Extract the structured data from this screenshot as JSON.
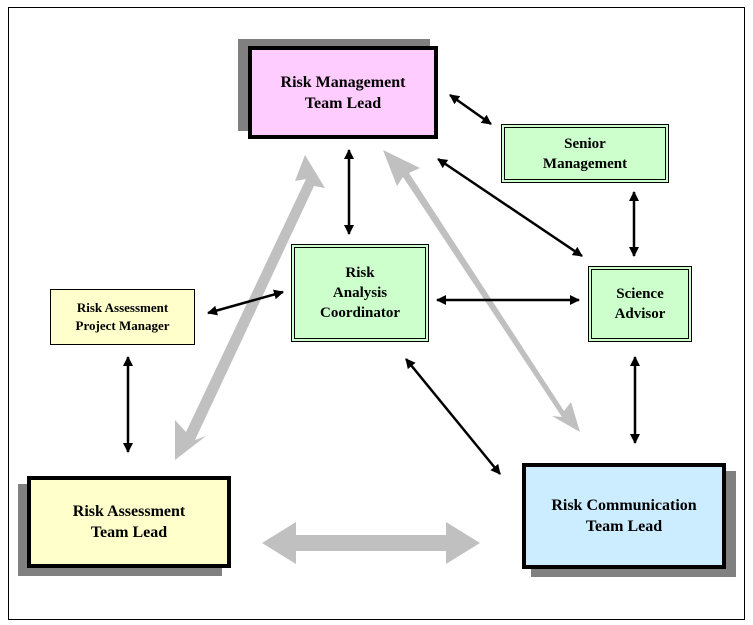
{
  "nodes": {
    "risk_management_team_lead": {
      "label": "Risk Management\nTeam Lead",
      "fill": "#FFCCFF"
    },
    "senior_management": {
      "label": "Senior\nManagement",
      "fill": "#CCFFCC"
    },
    "risk_analysis_coordinator": {
      "label": "Risk\nAnalysis\nCoordinator",
      "fill": "#CCFFCC"
    },
    "science_advisor": {
      "label": "Science\nAdvisor",
      "fill": "#CCFFCC"
    },
    "risk_assessment_project_manager": {
      "label": "Risk Assessment\nProject Manager",
      "fill": "#FFFFCC"
    },
    "risk_assessment_team_lead": {
      "label": "Risk Assessment\nTeam Lead",
      "fill": "#FFFFCC"
    },
    "risk_communication_team_lead": {
      "label": "Risk Communication\nTeam Lead",
      "fill": "#CCECFF"
    }
  },
  "colors": {
    "connector_gray": "#C0C0C0",
    "connector_black": "#000000",
    "shadow": "#808080"
  }
}
